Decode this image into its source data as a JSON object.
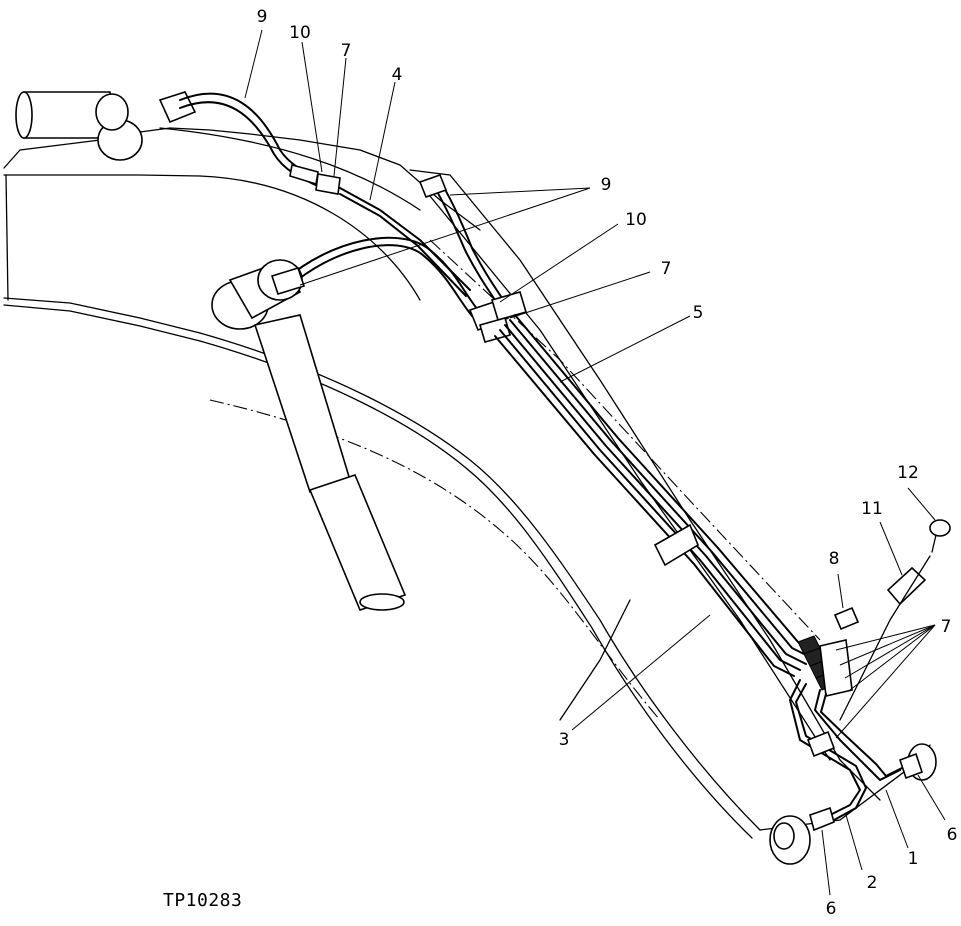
{
  "drawing": {
    "code": "TP10283",
    "callouts": [
      {
        "id": "c9a",
        "text": "9"
      },
      {
        "id": "c10a",
        "text": "10"
      },
      {
        "id": "c7a",
        "text": "7"
      },
      {
        "id": "c4",
        "text": "4"
      },
      {
        "id": "c9b",
        "text": "9"
      },
      {
        "id": "c10b",
        "text": "10"
      },
      {
        "id": "c7b",
        "text": "7"
      },
      {
        "id": "c5",
        "text": "5"
      },
      {
        "id": "c12",
        "text": "12"
      },
      {
        "id": "c11",
        "text": "11"
      },
      {
        "id": "c8",
        "text": "8"
      },
      {
        "id": "c7c",
        "text": "7"
      },
      {
        "id": "c3",
        "text": "3"
      },
      {
        "id": "c6a",
        "text": "6"
      },
      {
        "id": "c1",
        "text": "1"
      },
      {
        "id": "c2",
        "text": "2"
      },
      {
        "id": "c6b",
        "text": "6"
      }
    ]
  }
}
